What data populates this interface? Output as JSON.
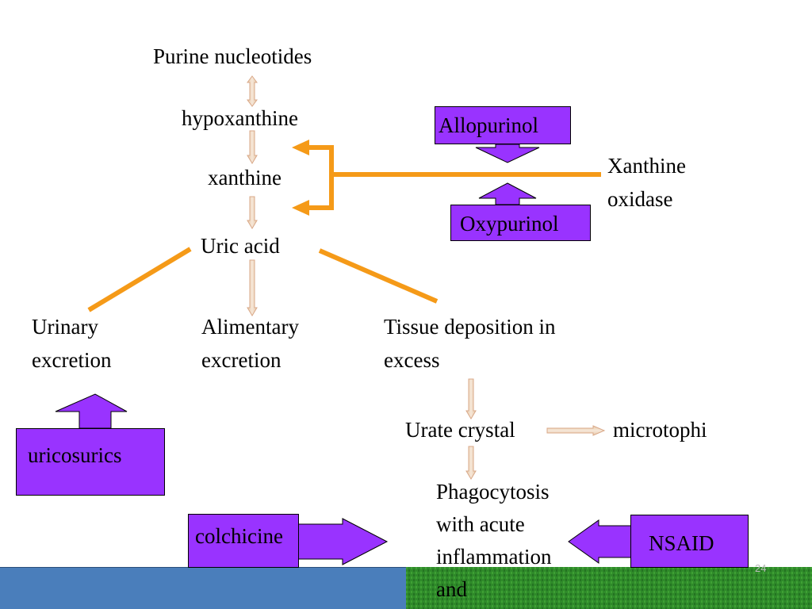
{
  "pathway": {
    "purine": "Purine nucleotides",
    "hypoxanthine": "hypoxanthine",
    "xanthine": "xanthine",
    "uric_acid": "Uric acid"
  },
  "enzyme": {
    "label": "Xanthine\noxidase"
  },
  "inhibitors": {
    "allopurinol": "Allopurinol",
    "oxypurinol": "Oxypurinol"
  },
  "outcomes": {
    "urinary": "Urinary\nexcretion",
    "alimentary": "Alimentary\nexcretion",
    "tissue": "Tissue deposition in\nexcess"
  },
  "crystal": {
    "urate": "Urate crystal",
    "microtophi": "microtophi",
    "phagocytosis": "Phagocytosis\nwith acute\ninflammation\nand"
  },
  "drugs": {
    "uricosurics": "uricosurics",
    "colchicine": "colchicine",
    "nsaid": "NSAID"
  },
  "slide": {
    "page_number": "24"
  },
  "colors": {
    "orange": "#f59a18",
    "purple": "#9933ff",
    "footer_blue": "#4a7ebb",
    "footer_green": "#2f8a2a"
  }
}
